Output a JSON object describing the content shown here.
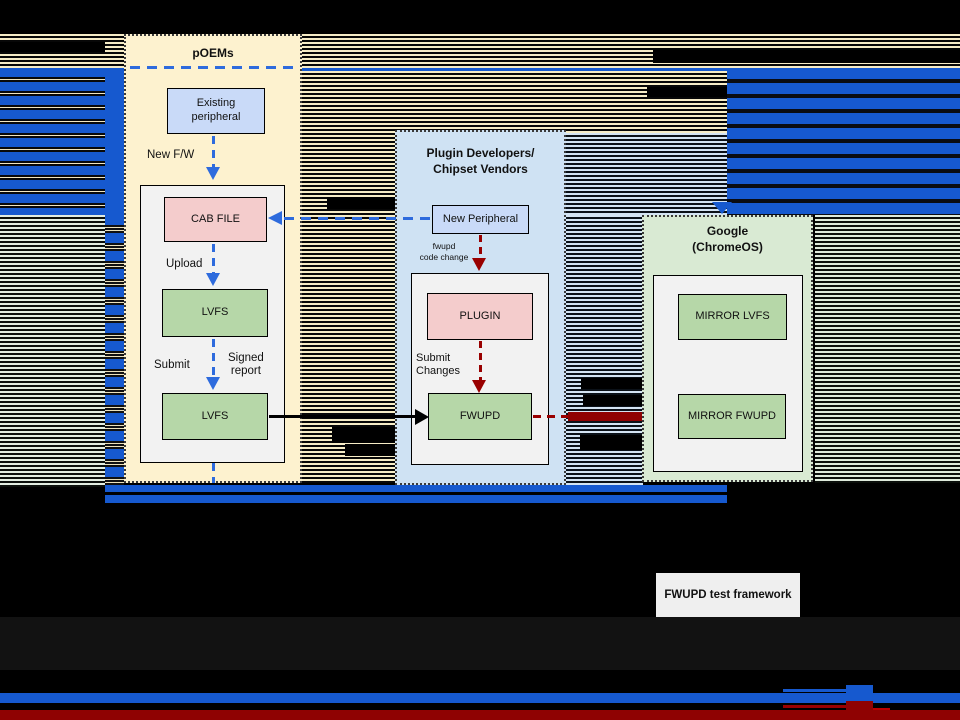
{
  "diagram": {
    "poems": {
      "title": "pOEMs",
      "existing_peripheral": "Existing\nperipheral",
      "cab_file": "CAB FILE",
      "lvfs_upper": "LVFS",
      "lvfs_lower": "LVFS",
      "label_new_fw": "New F/W",
      "label_upload": "Upload",
      "label_submit": "Submit",
      "label_signed_report": "Signed\nreport"
    },
    "plugin_developers": {
      "title": "Plugin Developers/\nChipset Vendors",
      "new_peripheral": "New Peripheral",
      "plugin": "PLUGIN",
      "fwupd": "FWUPD",
      "label_fwupd_code_change": "fwupd\ncode change",
      "label_submit_changes": "Submit\nChanges"
    },
    "google": {
      "title": "Google\n(ChromeOS)",
      "mirror_lvfs": "MIRROR LVFS",
      "mirror_fwupd": "MIRROR FWUPD"
    },
    "test_framework_label": "FWUPD test framework"
  },
  "colors": {
    "poems_fill": "#fdf2cf",
    "plugin_fill": "#cfe2f3",
    "google_fill": "#d9ead3",
    "node_blue": "#c9daf8",
    "node_pink": "#f4cccc",
    "node_green": "#b6d7a8",
    "panel_gray": "#f2f2f2",
    "arrow_blue": "#2e6bdd",
    "arrow_red": "#990000",
    "glitch_blue": "#1659cf",
    "glitch_red": "#8f0202"
  }
}
